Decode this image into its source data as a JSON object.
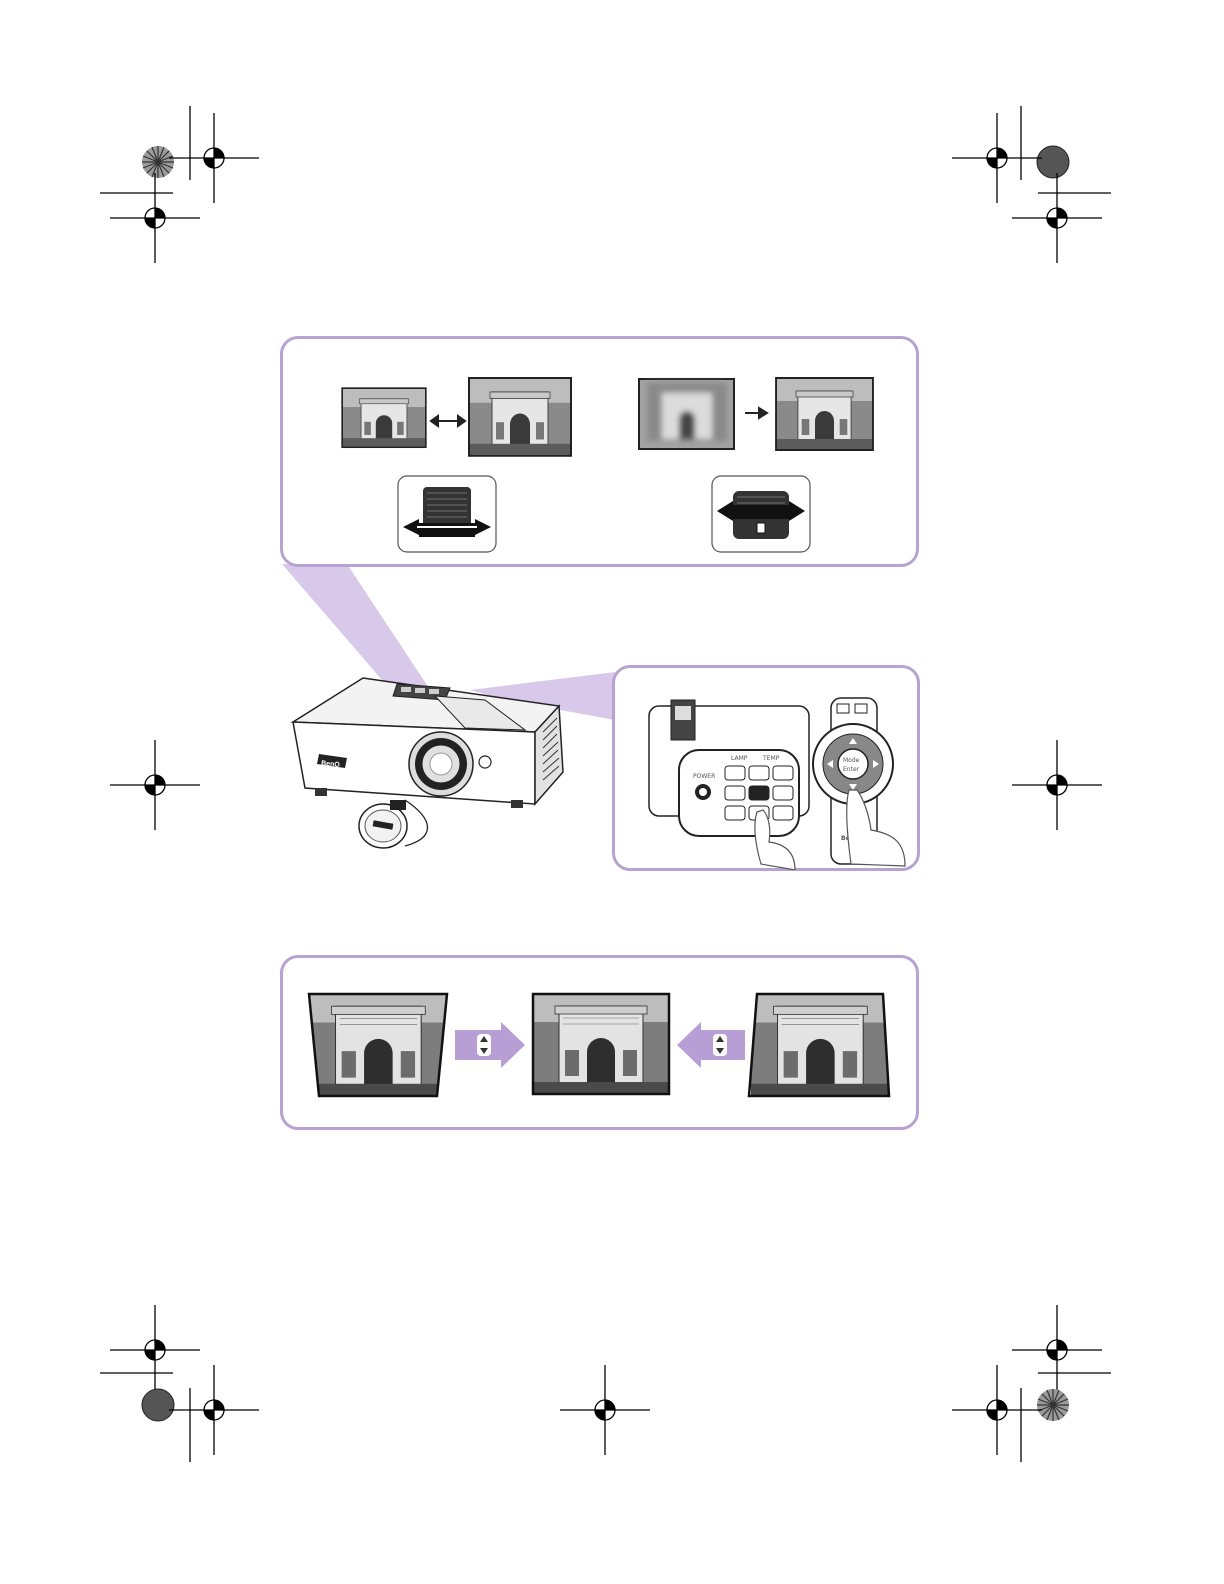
{
  "colors": {
    "panel_border": "#b7a2d2",
    "cone_fill": "#d8c9ea",
    "arrow_fill": "#b79fd6",
    "registration_mark": "#000000"
  },
  "icons": {
    "zoom": "zoom-ring-icon",
    "focus": "focus-ring-icon",
    "keystone_up": "keystone-up-icon",
    "keystone_down": "keystone-down-icon"
  },
  "labels": {
    "projector_brand": "BenQ",
    "remote_brand": "BenQ",
    "control_power": "POWER",
    "control_lamp": "LAMP",
    "control_temp": "TEMP",
    "control_mode": "Mode",
    "control_enter": "Enter"
  }
}
